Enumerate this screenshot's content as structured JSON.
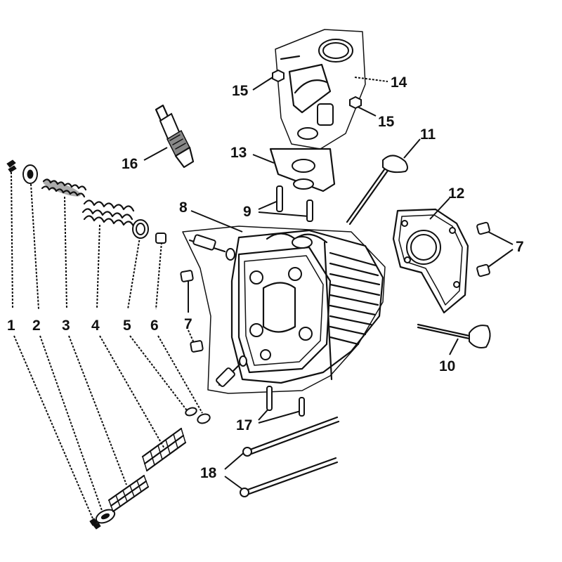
{
  "diagram": {
    "callouts": [
      {
        "id": "1",
        "text": "1"
      },
      {
        "id": "2",
        "text": "2"
      },
      {
        "id": "3",
        "text": "3"
      },
      {
        "id": "4",
        "text": "4"
      },
      {
        "id": "5",
        "text": "5"
      },
      {
        "id": "6",
        "text": "6"
      },
      {
        "id": "7a",
        "text": "7"
      },
      {
        "id": "7b",
        "text": "7"
      },
      {
        "id": "8",
        "text": "8"
      },
      {
        "id": "9",
        "text": "9"
      },
      {
        "id": "10",
        "text": "10"
      },
      {
        "id": "11",
        "text": "11"
      },
      {
        "id": "12",
        "text": "12"
      },
      {
        "id": "13",
        "text": "13"
      },
      {
        "id": "14",
        "text": "14"
      },
      {
        "id": "15a",
        "text": "15"
      },
      {
        "id": "15b",
        "text": "15"
      },
      {
        "id": "16",
        "text": "16"
      },
      {
        "id": "17",
        "text": "17"
      },
      {
        "id": "18",
        "text": "18"
      }
    ]
  }
}
